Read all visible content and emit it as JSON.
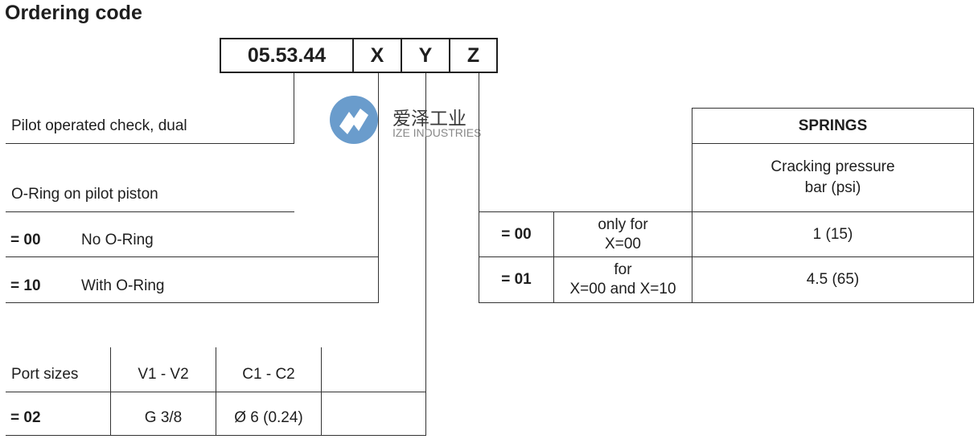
{
  "title": "Ordering code",
  "code": {
    "base": "05.53.44",
    "fields": [
      "X",
      "Y",
      "Z"
    ]
  },
  "description": "Pilot operated check, dual",
  "oring": {
    "heading": "O-Ring on pilot piston",
    "options": [
      {
        "code": "= 00",
        "label": "No O-Ring"
      },
      {
        "code": "= 10",
        "label": "With O-Ring"
      }
    ]
  },
  "ports": {
    "headers": [
      "Port sizes",
      "V1 - V2",
      "C1 - C2",
      ""
    ],
    "rows": [
      {
        "code": "= 02",
        "v1v2": "G 3/8",
        "c1c2": "Ø 6 (0.24)",
        "extra": ""
      }
    ]
  },
  "springs": {
    "heading": "SPRINGS",
    "subheading_line1": "Cracking pressure",
    "subheading_line2": "bar (psi)",
    "rows": [
      {
        "code": "= 00",
        "cond_line1": "only for",
        "cond_line2": "X=00",
        "value": "1 (15)"
      },
      {
        "code": "= 01",
        "cond_line1": "for",
        "cond_line2": "X=00 and X=10",
        "value": "4.5 (65)"
      }
    ]
  },
  "watermark": {
    "cn": "爱泽工业",
    "en": "IZE INDUSTRIES",
    "color": "#4a86c0"
  }
}
